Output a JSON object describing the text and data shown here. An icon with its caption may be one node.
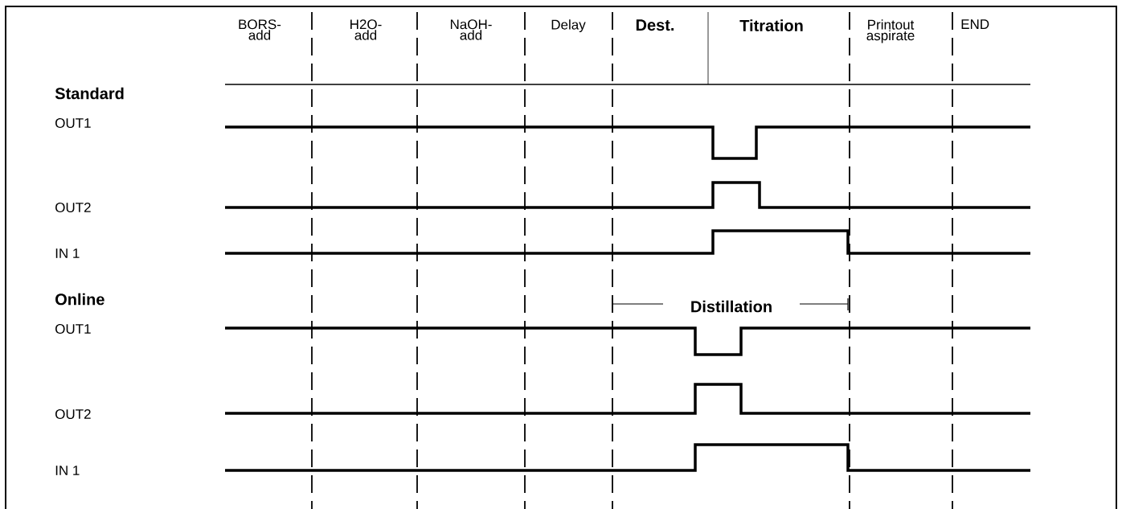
{
  "diagram": {
    "labels": [
      "BORS- add",
      "H2O- add",
      "NaOH- add",
      "Delay",
      "Dest.",
      "Titration",
      "Printout aspirate",
      "END",
      "Standard",
      "OUT1",
      "OUT2",
      "IN 1",
      "Online",
      "Distillation",
      "OUT1",
      "OUT2",
      "IN 1"
    ]
  }
}
